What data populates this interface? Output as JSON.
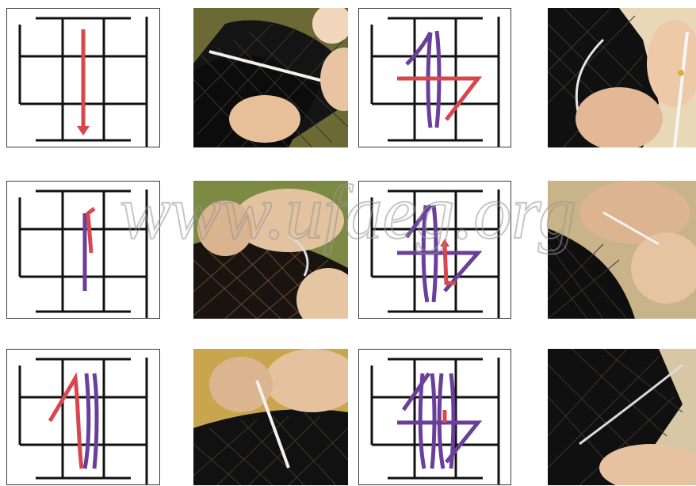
{
  "watermark": {
    "text": "www.ufaeg.org"
  },
  "colors": {
    "grid": "#111111",
    "purple": "#6a3f9a",
    "red": "#d8474e",
    "page": "#ffffff"
  },
  "panels": [
    {
      "id": "step-1",
      "diagram": "needle-path-down",
      "photo": "needle-entering-net"
    },
    {
      "id": "step-2",
      "diagram": "needle-path-up",
      "photo": "thread-pulled-through"
    },
    {
      "id": "step-3",
      "diagram": "diagonal-return",
      "photo": "needle-passing-under-strand"
    },
    {
      "id": "step-4",
      "diagram": "zigzag-loop-right",
      "photo": "thread-tensioned"
    },
    {
      "id": "step-5",
      "diagram": "zigzag-loop-up",
      "photo": "needle-crossing-net"
    },
    {
      "id": "step-6",
      "diagram": "completed-weave",
      "photo": "finished-weave"
    }
  ]
}
